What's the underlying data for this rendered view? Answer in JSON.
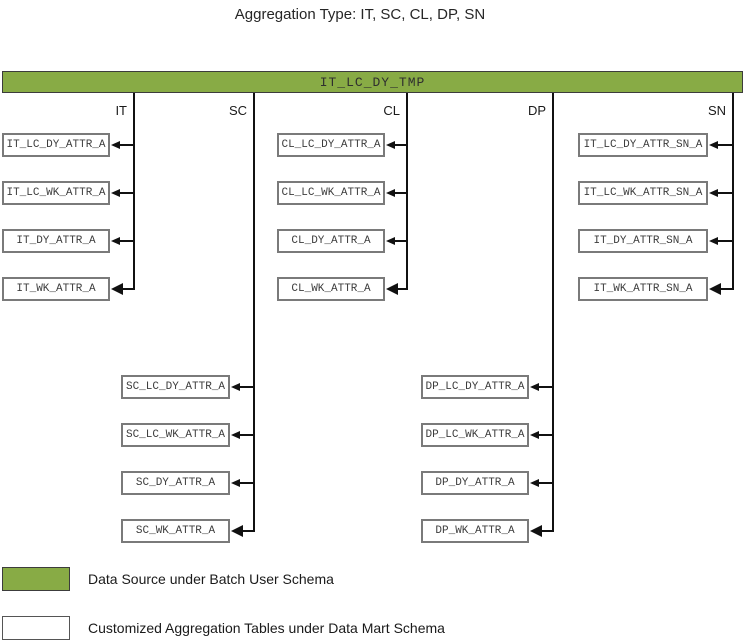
{
  "title": "Aggregation Type: IT, SC, CL, DP, SN",
  "source_table": {
    "label": "IT_LC_DY_TMP"
  },
  "colors": {
    "data_source_green": "#88ab45",
    "box_border_gray": "#7a7a7a",
    "connector_black": "#111111"
  },
  "columns": [
    {
      "label": "IT",
      "tables": [
        "IT_LC_DY_ATTR_A",
        "IT_LC_WK_ATTR_A",
        "IT_DY_ATTR_A",
        "IT_WK_ATTR_A"
      ]
    },
    {
      "label": "SC",
      "tables": [
        "SC_LC_DY_ATTR_A",
        "SC_LC_WK_ATTR_A",
        "SC_DY_ATTR_A",
        "SC_WK_ATTR_A"
      ]
    },
    {
      "label": "CL",
      "tables": [
        "CL_LC_DY_ATTR_A",
        "CL_LC_WK_ATTR_A",
        "CL_DY_ATTR_A",
        "CL_WK_ATTR_A"
      ]
    },
    {
      "label": "DP",
      "tables": [
        "DP_LC_DY_ATTR_A",
        "DP_LC_WK_ATTR_A",
        "DP_DY_ATTR_A",
        "DP_WK_ATTR_A"
      ]
    },
    {
      "label": "SN",
      "tables": [
        "IT_LC_DY_ATTR_SN_A",
        "IT_LC_WK_ATTR_SN_A",
        "IT_DY_ATTR_SN_A",
        "IT_WK_ATTR_SN_A"
      ]
    }
  ],
  "legend": [
    {
      "swatch": "green",
      "label": "Data Source under Batch User Schema"
    },
    {
      "swatch": "white",
      "label": "Customized Aggregation Tables under Data Mart Schema"
    }
  ]
}
